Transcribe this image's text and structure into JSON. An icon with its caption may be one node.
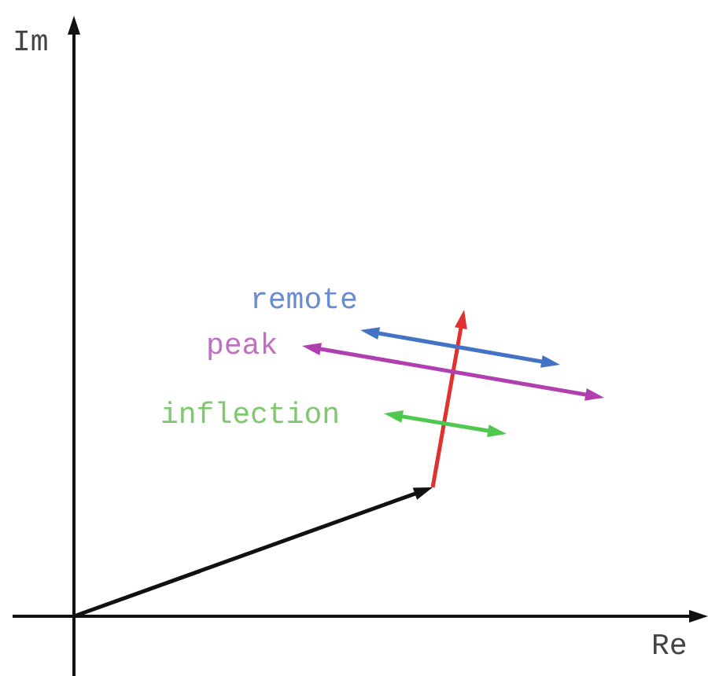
{
  "diagram": {
    "labels": [
      "Im",
      "remote",
      "peak",
      "inflection",
      "Re"
    ]
  }
}
